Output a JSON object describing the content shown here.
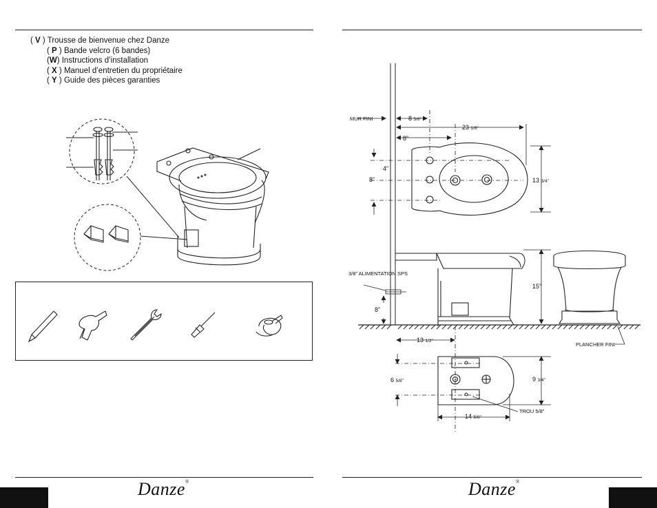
{
  "parts_list": {
    "main": {
      "letter": "V",
      "label": "Trousse de bienvenue chez Danze"
    },
    "items": [
      {
        "letter": "P",
        "label": "Bande velcro (6 bandes)"
      },
      {
        "letter": "W",
        "label": "Instructions d’installation"
      },
      {
        "letter": "X",
        "label": "Manuel d’entretien du propriétaire"
      },
      {
        "letter": "Y",
        "label": "Guide des pièces garanties"
      }
    ]
  },
  "diagram_labels": {
    "wall": "MUR FINI",
    "supply": "3/8” ALIMENTATION SPS",
    "floor": "PLANCHER FINI",
    "hole": "TROU 5/8”"
  },
  "dimensions": {
    "d8_5_8": {
      "whole": "8",
      "frac": "5/8”"
    },
    "d23_1_8": {
      "whole": "23",
      "frac": "1/8”"
    },
    "d8_top": "8”",
    "d4": "4”",
    "d8_mid": "8”",
    "d13_3_4": {
      "whole": "13",
      "frac": "3/4”"
    },
    "d15": "15”",
    "d8_supply": "8”",
    "d13_1_2": {
      "whole": "13",
      "frac": "1/2”"
    },
    "d6_5_8": {
      "whole": "6",
      "frac": "5/8”"
    },
    "d9_3_4": {
      "whole": "9",
      "frac": "3/4”"
    },
    "d14_5_8": {
      "whole": "14",
      "frac": "5/8”"
    }
  },
  "brand": {
    "name": "Danze",
    "mark": "®"
  },
  "colors": {
    "ink": "#111111",
    "paper": "#ffffff"
  }
}
